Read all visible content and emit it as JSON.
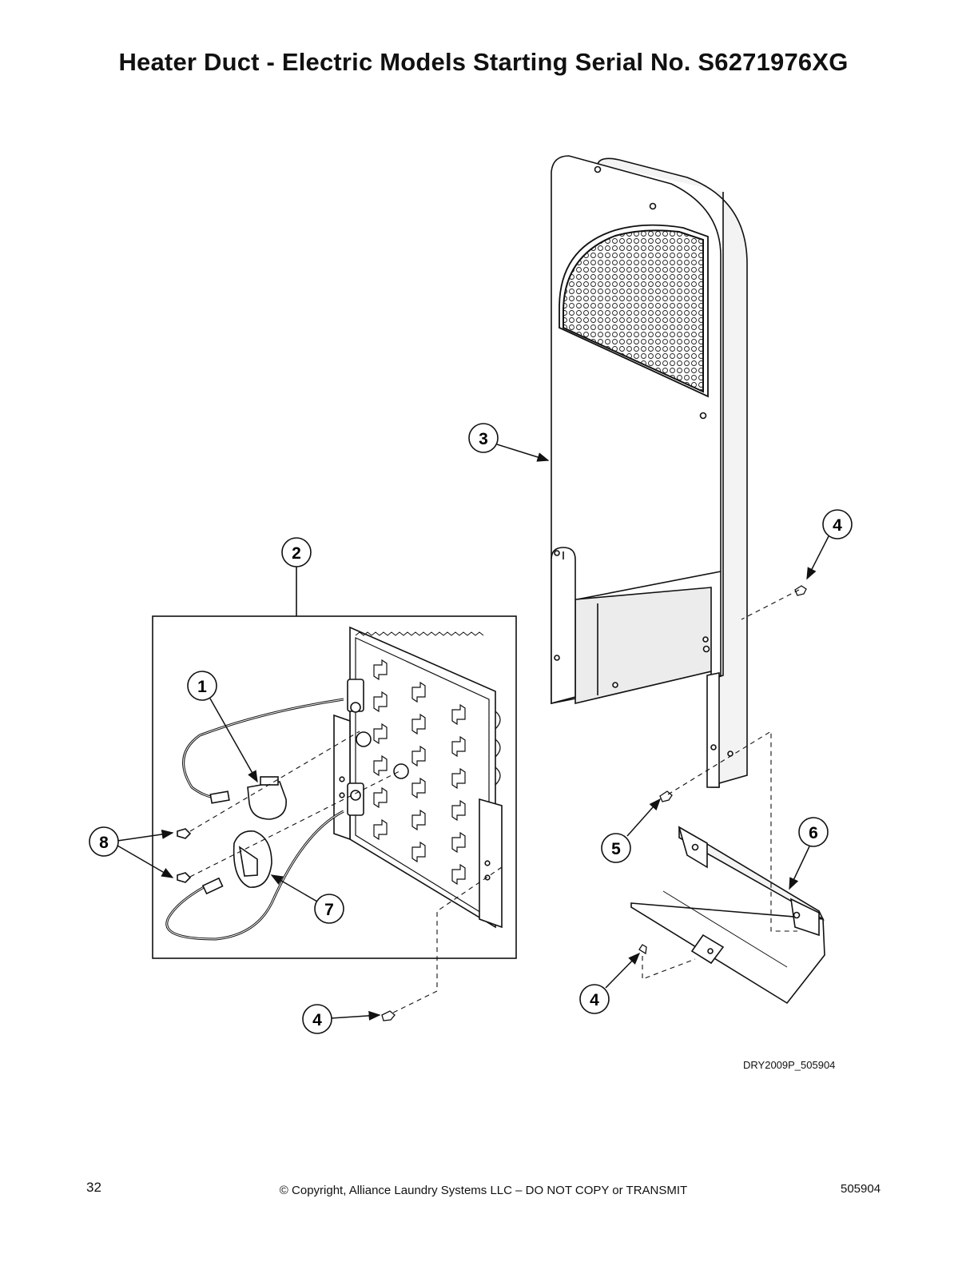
{
  "title": "Heater Duct - Electric Models Starting Serial No. S6271976XG",
  "callouts": [
    "1",
    "2",
    "3",
    "4",
    "4",
    "4",
    "5",
    "6",
    "7",
    "8"
  ],
  "figure_id": "DRY2009P_505904",
  "footer": {
    "page_number": "32",
    "copyright": "© Copyright, Alliance Laundry Systems LLC – DO NOT COPY or TRANSMIT",
    "document_number": "505904"
  }
}
